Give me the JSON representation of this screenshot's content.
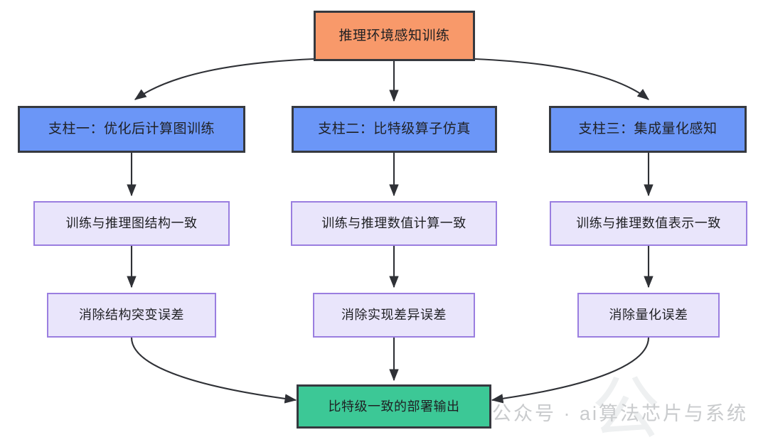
{
  "diagram": {
    "type": "flowchart",
    "direction": "top-down",
    "colors": {
      "root_fill": "#f8996a",
      "pillar_fill": "#6b96f7",
      "effect_fill": "#e9e5fb",
      "effect_stroke": "#9a7ee0",
      "output_fill": "#3cc896",
      "node_stroke": "#36393f",
      "edge_stroke": "#2f3136",
      "background": "#ffffff",
      "watermark": "#c9cbcd"
    },
    "root": {
      "id": "root",
      "label": "推理环境感知训练"
    },
    "pillars": [
      {
        "id": "pillar-1",
        "label": "支柱一：优化后计算图训练"
      },
      {
        "id": "pillar-2",
        "label": "支柱二：比特级算子仿真"
      },
      {
        "id": "pillar-3",
        "label": "支柱三：集成量化感知"
      }
    ],
    "consistency": [
      {
        "id": "consistency-1",
        "label": "训练与推理图结构一致"
      },
      {
        "id": "consistency-2",
        "label": "训练与推理数值计算一致"
      },
      {
        "id": "consistency-3",
        "label": "训练与推理数值表示一致"
      }
    ],
    "elimination": [
      {
        "id": "elimination-1",
        "label": "消除结构突变误差"
      },
      {
        "id": "elimination-2",
        "label": "消除实现差异误差"
      },
      {
        "id": "elimination-3",
        "label": "消除量化误差"
      }
    ],
    "output": {
      "id": "output",
      "label": "比特级一致的部署输出"
    },
    "edges": [
      {
        "from": "root",
        "to": "pillar-1",
        "style": "curved-arrow"
      },
      {
        "from": "root",
        "to": "pillar-2",
        "style": "straight-arrow"
      },
      {
        "from": "root",
        "to": "pillar-3",
        "style": "curved-arrow"
      },
      {
        "from": "pillar-1",
        "to": "consistency-1",
        "style": "straight-arrow"
      },
      {
        "from": "pillar-2",
        "to": "consistency-2",
        "style": "straight-arrow"
      },
      {
        "from": "pillar-3",
        "to": "consistency-3",
        "style": "straight-arrow"
      },
      {
        "from": "consistency-1",
        "to": "elimination-1",
        "style": "straight-arrow"
      },
      {
        "from": "consistency-2",
        "to": "elimination-2",
        "style": "straight-arrow"
      },
      {
        "from": "consistency-3",
        "to": "elimination-3",
        "style": "straight-arrow"
      },
      {
        "from": "elimination-1",
        "to": "output",
        "style": "curved-arrow"
      },
      {
        "from": "elimination-2",
        "to": "output",
        "style": "straight-arrow"
      },
      {
        "from": "elimination-3",
        "to": "output",
        "style": "curved-arrow"
      }
    ]
  },
  "watermark": {
    "text": "公众号 · ai算法芯片与系统",
    "logo": "wechat-icon",
    "ghost_text": "公"
  }
}
